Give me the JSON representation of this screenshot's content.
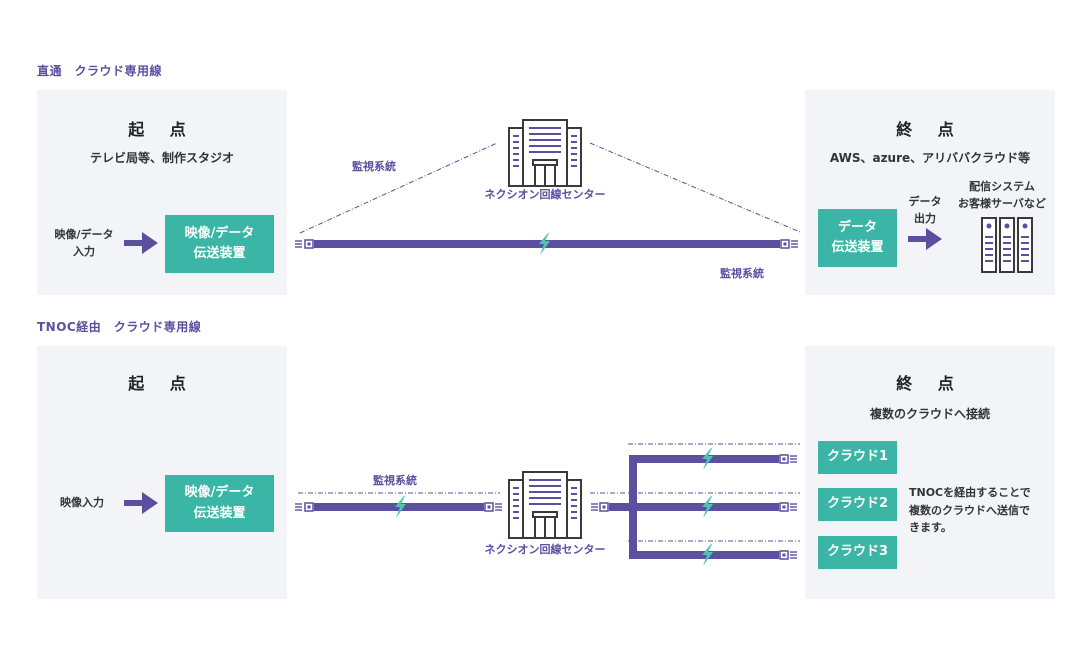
{
  "section1": {
    "title": "直通　クラウド専用線",
    "start": {
      "heading": "起 点",
      "subtitle": "テレビ局等、制作スタジオ",
      "input_label_line1": "映像/データ",
      "input_label_line2": "入力",
      "device_line1": "映像/データ",
      "device_line2": "伝送装置"
    },
    "center": {
      "label": "ネクシオン回線センター",
      "monitor_upper": "監視系統",
      "monitor_lower": "監視系統"
    },
    "end": {
      "heading": "終 点",
      "subtitle": "AWS、azure、アリババクラウド等",
      "device_line1": "データ",
      "device_line2": "伝送装置",
      "output_label_line1": "データ",
      "output_label_line2": "出力",
      "server_label_line1": "配信システム",
      "server_label_line2": "お客様サーバなど"
    }
  },
  "section2": {
    "title": "TNOC経由　クラウド専用線",
    "start": {
      "heading": "起 点",
      "input_label": "映像入力",
      "device_line1": "映像/データ",
      "device_line2": "伝送装置"
    },
    "center": {
      "label": "ネクシオン回線センター",
      "monitor": "監視系統"
    },
    "end": {
      "heading": "終 点",
      "subtitle": "複数のクラウドへ接続",
      "clouds": [
        "クラウド1",
        "クラウド2",
        "クラウド3"
      ],
      "note_line1": "TNOCを経由することで",
      "note_line2": "複数のクラウドへ送信で",
      "note_line3": "きます。"
    }
  },
  "colors": {
    "purple": "#5b4fa0",
    "teal": "#3bb5a5",
    "panel": "#f3f4f8",
    "bolt": "#4cc3b3"
  },
  "icons": [
    "arrow-right-icon",
    "building-icon",
    "server-rack-icon",
    "lightning-icon",
    "connector-icon"
  ]
}
